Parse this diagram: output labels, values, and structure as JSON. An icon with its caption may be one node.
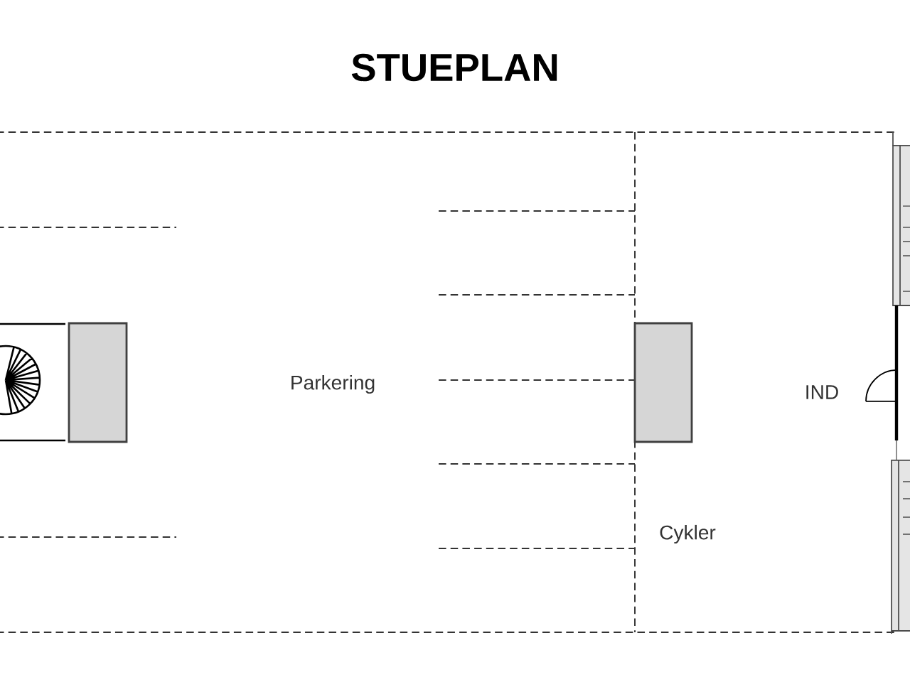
{
  "diagram": {
    "title": "STUEPLAN",
    "nodes": [
      {
        "text": [],
        "shape": "box"
      },
      {
        "text": [],
        "shape": "box"
      }
    ],
    "labels": [
      "Parkering",
      "IND",
      "Cykler"
    ]
  }
}
